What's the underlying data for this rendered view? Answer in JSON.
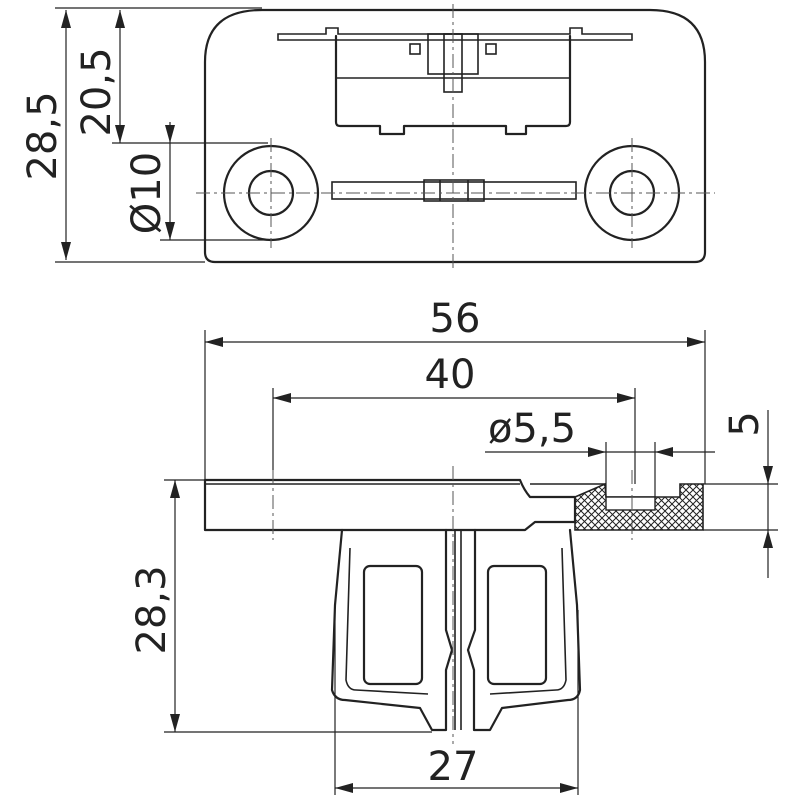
{
  "top_view": {
    "dim_overall_height": "28,5",
    "dim_hole_height": "20,5",
    "dim_hole_diameter": "Ø10"
  },
  "side_view": {
    "dim_overall_width": "56",
    "dim_hole_spacing": "40",
    "dim_small_diameter": "ø5,5",
    "dim_flange_thickness": "5",
    "dim_body_height": "28,3",
    "dim_body_width": "27"
  },
  "colors": {
    "line": "#222222",
    "background": "#ffffff"
  }
}
